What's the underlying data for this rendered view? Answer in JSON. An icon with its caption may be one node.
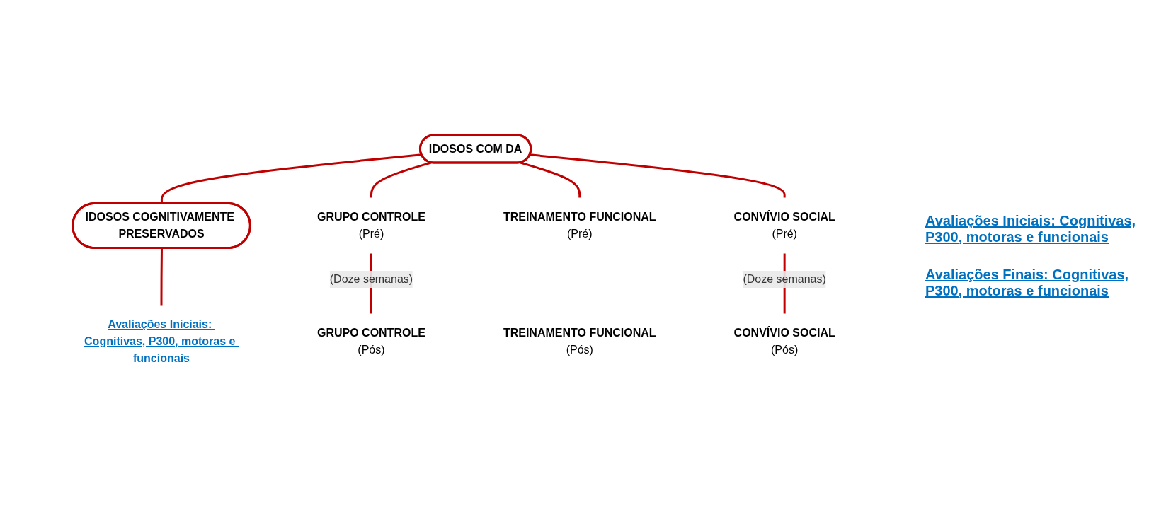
{
  "diagram": {
    "nodes": [
      {
        "text": [
          "IDOSOS COM DA"
        ]
      },
      {
        "text": [
          "IDOSOS COGNITIVAMENTE PRESERVADOS"
        ]
      },
      {
        "text": [
          "GRUPO CONTROLE",
          "(Pré)"
        ]
      },
      {
        "text": [
          "TREINAMENTO FUNCIONAL",
          "(Pré)"
        ]
      },
      {
        "text": [
          "CONVÍVIO SOCIAL",
          "(Pré)"
        ]
      },
      {
        "text": [
          "Avaliações Iniciais: Cognitivas, P300, motoras e funcionais"
        ]
      },
      {
        "text": [
          "GRUPO CONTROLE",
          "(Pós)"
        ]
      },
      {
        "text": [
          "TREINAMENTO FUNCIONAL",
          "(Pós)"
        ]
      },
      {
        "text": [
          "CONVÍVIO SOCIAL",
          "(Pós)"
        ]
      }
    ],
    "edges": [
      {
        "from": 0,
        "to": 1,
        "arrow": "none"
      },
      {
        "from": 0,
        "to": 2,
        "arrow": "none"
      },
      {
        "from": 0,
        "to": 3,
        "arrow": "none"
      },
      {
        "from": 0,
        "to": 4,
        "arrow": "none"
      },
      {
        "from": 1,
        "to": 5,
        "arrow": "none"
      },
      {
        "from": 2,
        "to": 6,
        "arrow": "none",
        "label": "(Doze semanas)"
      },
      {
        "from": 4,
        "to": 8,
        "arrow": "none",
        "label": "(Doze semanas)"
      }
    ],
    "labels": [
      "Avaliações Iniciais: Cognitivas, P300, motoras e funcionais",
      "Avaliações Finais: Cognitivas, P300, motoras e funcionais"
    ]
  }
}
